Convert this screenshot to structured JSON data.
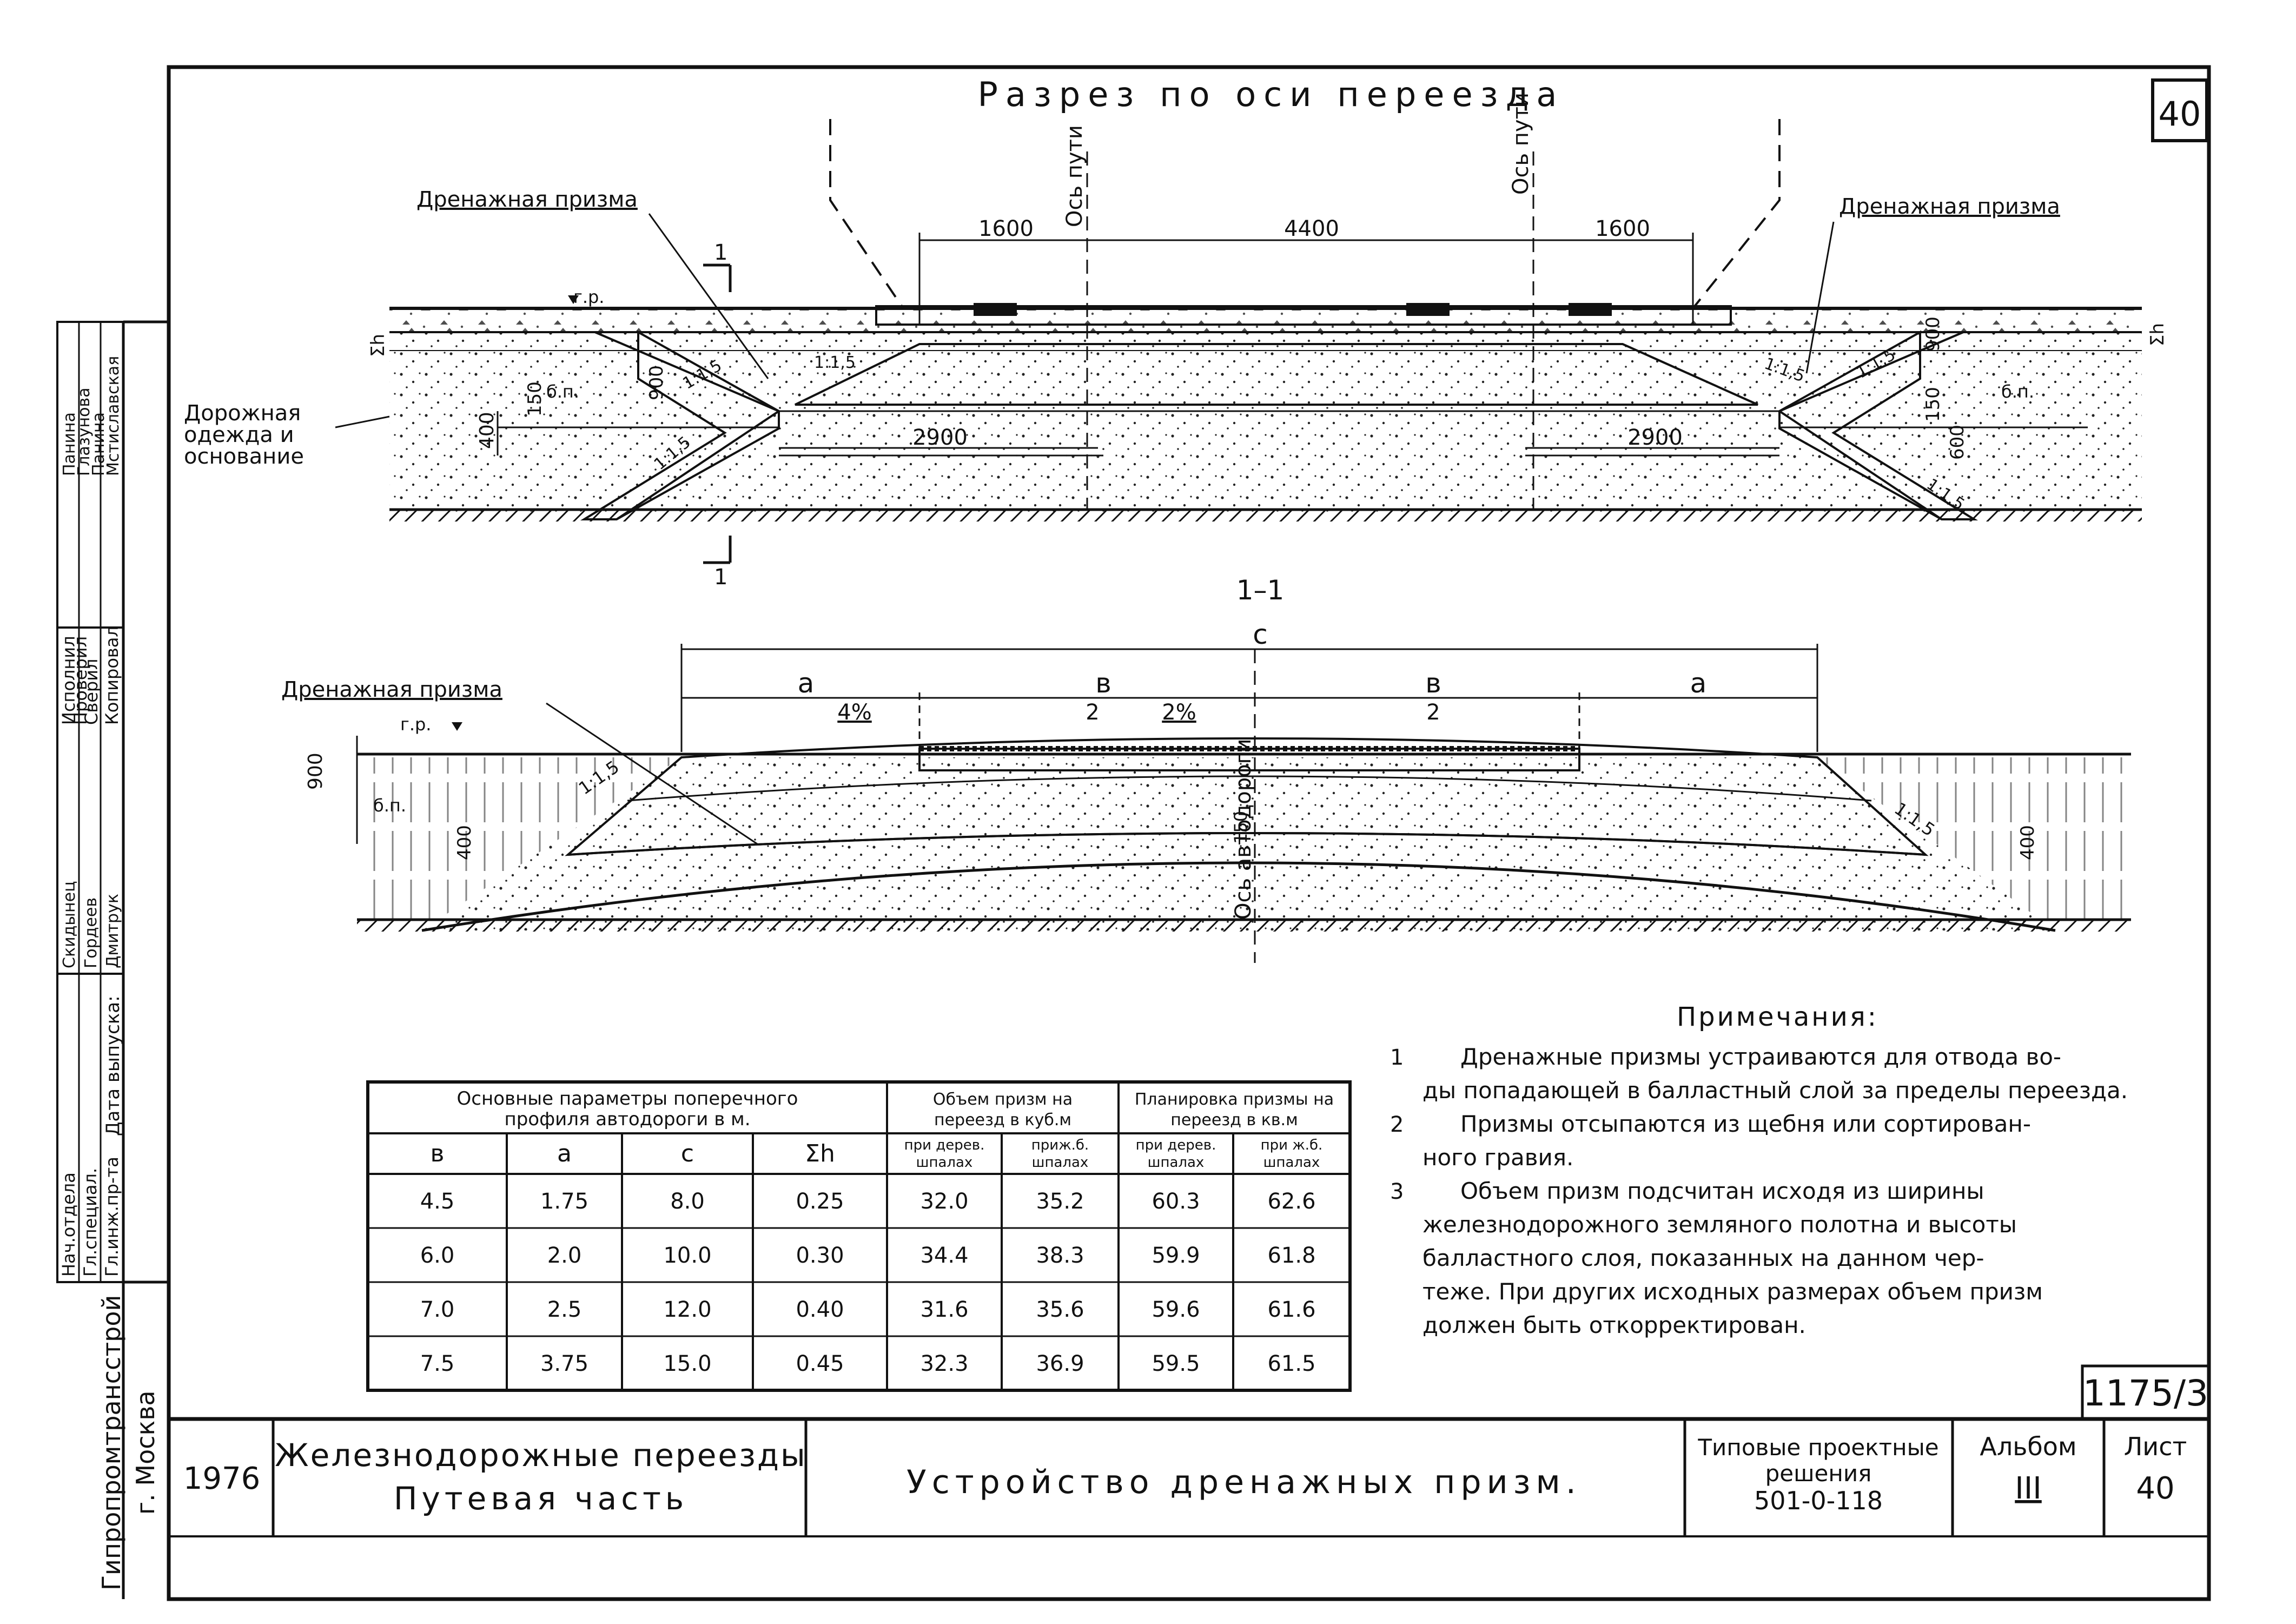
{
  "sheet_number_top": "40",
  "top_section": {
    "title": "Разрез по оси переезда",
    "axis_label": "Ось пути",
    "left_prism_label": "Дренажная призма",
    "right_prism_label": "Дренажная призма",
    "road_label": "Дорожная одежда и основание",
    "gr_label": "г.р.",
    "bn_label": "б.п.",
    "sum_h": "Σh",
    "slope": "1:1,5",
    "section_mark": "1",
    "dims": {
      "d1600": "1600",
      "d4400": "4400",
      "d2900": "2900",
      "d150": "150",
      "d400": "400",
      "d900": "900",
      "d600": "600"
    }
  },
  "section_1_1": {
    "title": "1–1",
    "prism_label": "Дренажная призма",
    "c": "c",
    "a": "a",
    "b": "в",
    "two": "2",
    "slope_4": "4%",
    "slope_2": "2%",
    "axis": "Ось автодороги",
    "gr_label": "г.р.",
    "bn_label": "б.п.",
    "slope": "1:1,5",
    "dims": {
      "d900": "900",
      "d400": "400",
      "d150": "150"
    }
  },
  "notes": {
    "title": "Примечания:",
    "items": [
      {
        "num": "1",
        "lines": [
          "Дренажные призмы устраиваются для отвода во-",
          "ды попадающей в балластный слой за пределы переезда."
        ]
      },
      {
        "num": "2",
        "lines": [
          "Призмы отсыпаются из щебня или сортирован-",
          "ного гравия."
        ]
      },
      {
        "num": "3",
        "lines": [
          "Объем призм подсчитан исходя из ширины",
          "железнодорожного земляного полотна и высоты",
          "балластного слоя, показанных на данном чер-",
          "теже. При других исходных размерах объем призм",
          "должен быть откорректирован."
        ]
      }
    ]
  },
  "table": {
    "group_headers": [
      "Основные параметры поперечного профиля автодороги в м.",
      "Объем призм на переезд в куб.м",
      "Планировка призмы на переезд в кв.м"
    ],
    "sub_headers": [
      "в",
      "a",
      "c",
      "Σh",
      "при дерев. шпалах",
      "приж.б. шпалах",
      "при дерев. шпалах",
      "при ж.б. шпалах"
    ],
    "rows": [
      [
        "4.5",
        "1.75",
        "8.0",
        "0.25",
        "32.0",
        "35.2",
        "60.3",
        "62.6"
      ],
      [
        "6.0",
        "2.0",
        "10.0",
        "0.30",
        "34.4",
        "38.3",
        "59.9",
        "61.8"
      ],
      [
        "7.0",
        "2.5",
        "12.0",
        "0.40",
        "31.6",
        "35.6",
        "59.6",
        "61.6"
      ],
      [
        "7.5",
        "3.75",
        "15.0",
        "0.45",
        "32.3",
        "36.9",
        "59.5",
        "61.5"
      ]
    ]
  },
  "code": "1175/3",
  "title_block": {
    "year": "1976",
    "project_line1": "Железнодорожные переезды",
    "project_line2": "Путевая часть",
    "drawing_title": "Устройство дренажных призм.",
    "type_line1": "Типовые проектные",
    "type_line2": "решения",
    "type_line3": "501-0-118",
    "album_label": "Альбом",
    "album_value": "III",
    "sheet_label": "Лист",
    "sheet_value": "40"
  },
  "side_stamp": {
    "org": "Гипропромтрансстрой",
    "city": "г. Москва",
    "roles": [
      "Нач.отдела",
      "Гл.специал.",
      "Гл.инж.пр-та",
      "Исполнил",
      "Проверил",
      "Сверил",
      "Копировал"
    ],
    "names": [
      "Скидынец",
      "Гордеев",
      "Дмитрук",
      "Панина",
      "Глазунова",
      "Панина",
      "Мстиславская"
    ],
    "release": "Дата выпуска:"
  }
}
